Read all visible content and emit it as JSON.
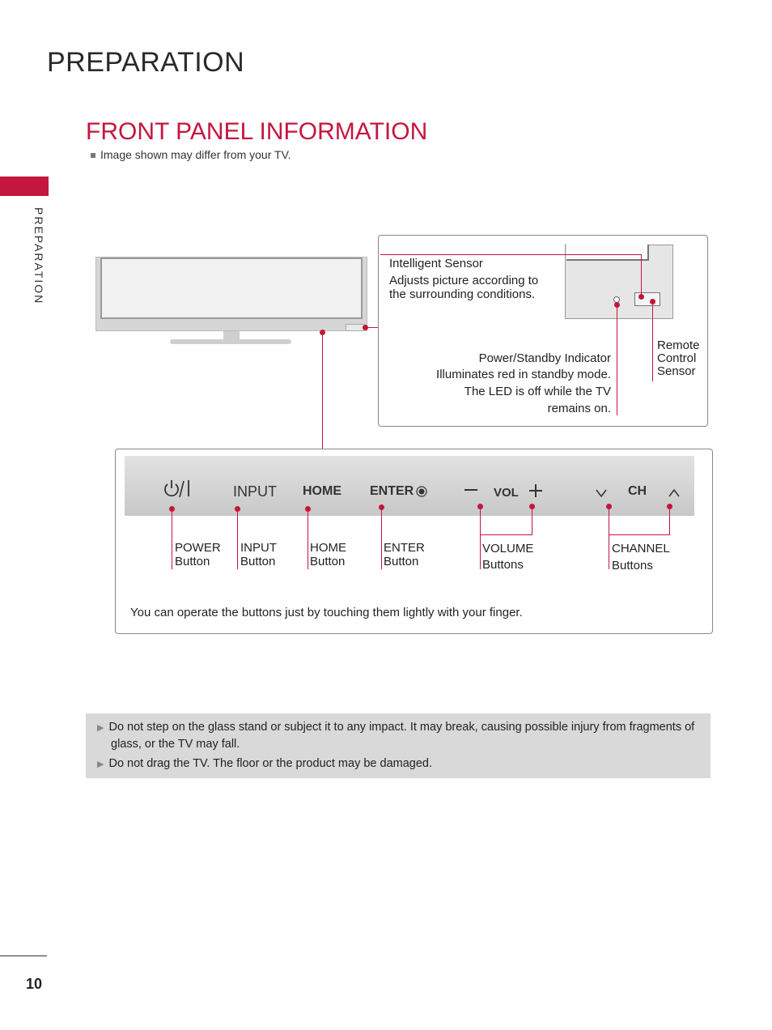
{
  "header": {
    "title": "PREPARATION",
    "side_tab": "PREPARATION"
  },
  "section": {
    "title": "FRONT PANEL INFORMATION",
    "note": "Image shown may differ from your TV."
  },
  "callouts": {
    "intelligent_sensor": {
      "title": "Intelligent Sensor",
      "line1": "Adjusts picture according to",
      "line2": "the surrounding conditions."
    },
    "power_indicator": {
      "title": "Power/Standby Indicator",
      "line1": "Illuminates red in standby mode.",
      "line2": "The LED is off while the TV",
      "line3": "remains on."
    },
    "remote_sensor": {
      "line1": "Remote",
      "line2": "Control",
      "line3": "Sensor"
    }
  },
  "panel": {
    "input_label": "INPUT",
    "home_label": "HOME",
    "enter_label": "ENTER",
    "vol_label": "VOL",
    "ch_label": "CH",
    "buttons": [
      {
        "name": "POWER",
        "sub": "Button"
      },
      {
        "name": "INPUT",
        "sub": "Button"
      },
      {
        "name": "HOME",
        "sub": "Button"
      },
      {
        "name": "ENTER",
        "sub": "Button"
      },
      {
        "name": "VOLUME",
        "sub": "Buttons"
      },
      {
        "name": "CHANNEL",
        "sub": "Buttons"
      }
    ],
    "footer": "You can operate the buttons just by touching them lightly with your finger."
  },
  "warnings": [
    {
      "line1": "Do not step on the glass stand or subject it to any impact. It may break, causing possible injury from fragments of",
      "line2": "glass, or the TV may fall."
    },
    {
      "line1": "Do not drag the TV. The floor or the product may be damaged."
    }
  ],
  "page_number": "10",
  "colors": {
    "accent": "#c4163f"
  }
}
